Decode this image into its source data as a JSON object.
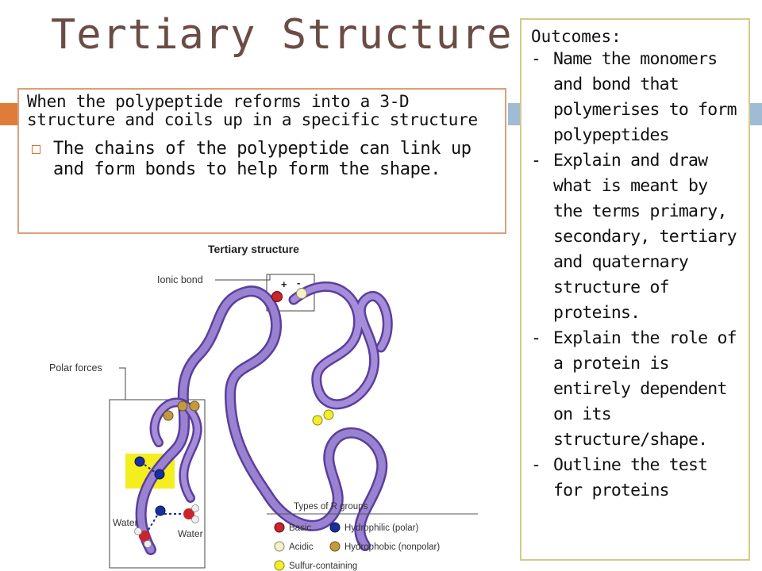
{
  "slide": {
    "title": "Tertiary Structure"
  },
  "content": {
    "intro": "When the polypeptide reforms into a 3-D structure and coils up in a specific structure",
    "bullets": [
      "The chains of the polypeptide can link up and form bonds to help form the shape."
    ]
  },
  "outcomes": {
    "heading": "Outcomes:",
    "dash": "-",
    "items": [
      "Name the monomers and bond that polymerises to form polypeptides",
      "Explain  and draw what is meant by the terms primary, secondary, tertiary and quaternary structure of proteins.",
      "Explain the role of a protein is entirely dependent on its structure/shape.",
      "Outline the test for proteins"
    ]
  },
  "figure": {
    "title": "Tertiary structure",
    "labels": {
      "ionic_bond": "Ionic bond",
      "polar_forces": "Polar forces",
      "water_1": "Water",
      "water_2": "Water",
      "plus": "+",
      "minus": "-"
    },
    "legend": {
      "title": "Types of R groups",
      "items": [
        {
          "label": "Basic",
          "color": "#c9252b"
        },
        {
          "label": "Hydrophilic (polar)",
          "color": "#1a2f9e"
        },
        {
          "label": "Acidic",
          "color": "#f4f0c8"
        },
        {
          "label": "Hydrophobic (nonpolar)",
          "color": "#c49a3e"
        },
        {
          "label": "Sulfur-containing",
          "color": "#f2ee2a"
        }
      ]
    }
  },
  "colors": {
    "accent_orange": "#e07c3a",
    "accent_blue": "#9fbcd4",
    "title": "#6b4c45",
    "ribbon": "#8a6cc4"
  }
}
